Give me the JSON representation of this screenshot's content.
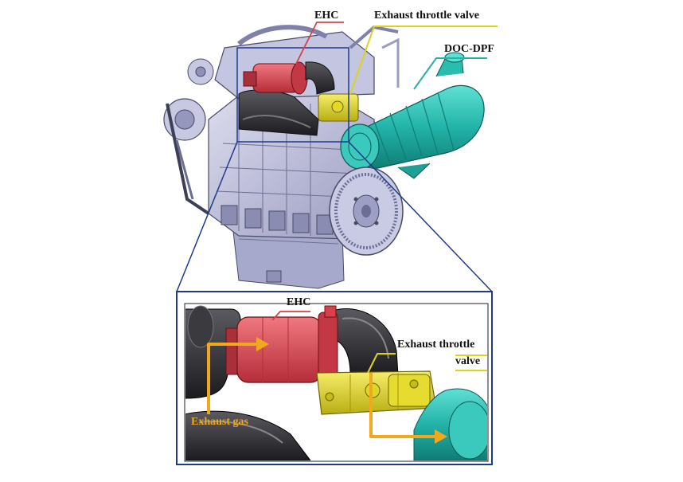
{
  "labels": {
    "ehc_top": "EHC",
    "throttle_top": "Exhaust throttle valve",
    "docdpf_top": "DOC-DPF",
    "ehc_detail": "EHC",
    "throttle_detail_line1": "Exhaust throttle",
    "throttle_detail_line2": "valve",
    "exhaust_gas": "Exhaust gas"
  },
  "colors": {
    "ehc": "#d8404a",
    "throttle": "#ddd21e",
    "docdpf": "#22b3a8",
    "gas_arrow": "#f0a81c",
    "zoom_frame": "#1f3a8c",
    "engine_body": "#b7b8d6",
    "engine_dark": "#2a2a2e"
  },
  "icons": {
    "gas_flow": "arrow-right-icon"
  }
}
